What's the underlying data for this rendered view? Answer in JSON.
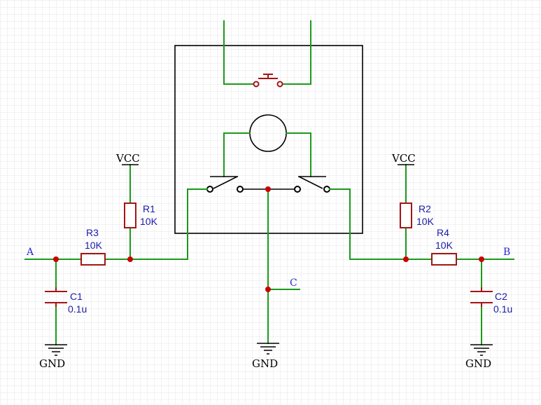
{
  "components": {
    "r1": {
      "ref": "R1",
      "value": "10K"
    },
    "r2": {
      "ref": "R2",
      "value": "10K"
    },
    "r3": {
      "ref": "R3",
      "value": "10K"
    },
    "r4": {
      "ref": "R4",
      "value": "10K"
    },
    "c1": {
      "ref": "C1",
      "value": "0.1u"
    },
    "c2": {
      "ref": "C2",
      "value": "0.1u"
    }
  },
  "power": {
    "vcc": "VCC",
    "gnd": "GND"
  },
  "nets": {
    "a": "A",
    "b": "B",
    "c": "C"
  },
  "colors": {
    "wire": "#1a9a1a",
    "component": "#a31515",
    "junction": "#cc0000",
    "net_label": "#2a2ad0",
    "grid": "#e6e6e6"
  }
}
